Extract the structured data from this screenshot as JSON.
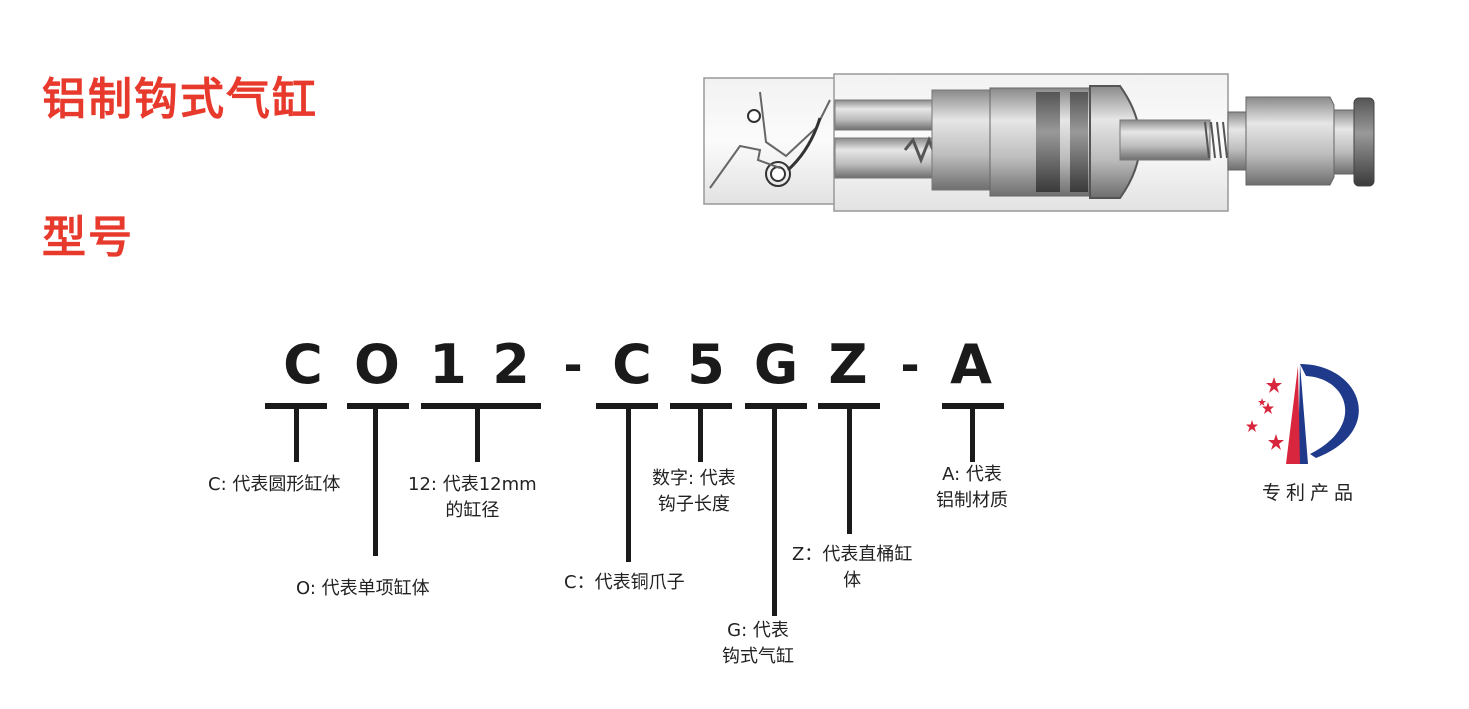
{
  "title": "铝制钩式气缸",
  "section_heading": "型号",
  "model_code": [
    "C",
    "O",
    "1",
    "2",
    "-",
    "C",
    "5",
    "G",
    "Z",
    "-",
    "A"
  ],
  "descriptions": {
    "c1": [
      "C: 代表圆形缸体"
    ],
    "o": [
      "O: 代表单项缸体"
    ],
    "d12": [
      "12: 代表12mm",
      "的缸径"
    ],
    "c2": [
      "C：代表铜爪子"
    ],
    "n5": [
      "数字: 代表",
      "钩子长度"
    ],
    "g": [
      "G: 代表",
      "钩式气缸"
    ],
    "z": [
      "Z：代表直桶缸",
      "体"
    ],
    "a": [
      "A: 代表",
      "铝制材质"
    ]
  },
  "patent_label": "专利产品",
  "colors": {
    "accent": "#e8392d",
    "ink": "#1a1a1a",
    "patent_blue": "#1f3a8a",
    "patent_red": "#d7263d"
  }
}
